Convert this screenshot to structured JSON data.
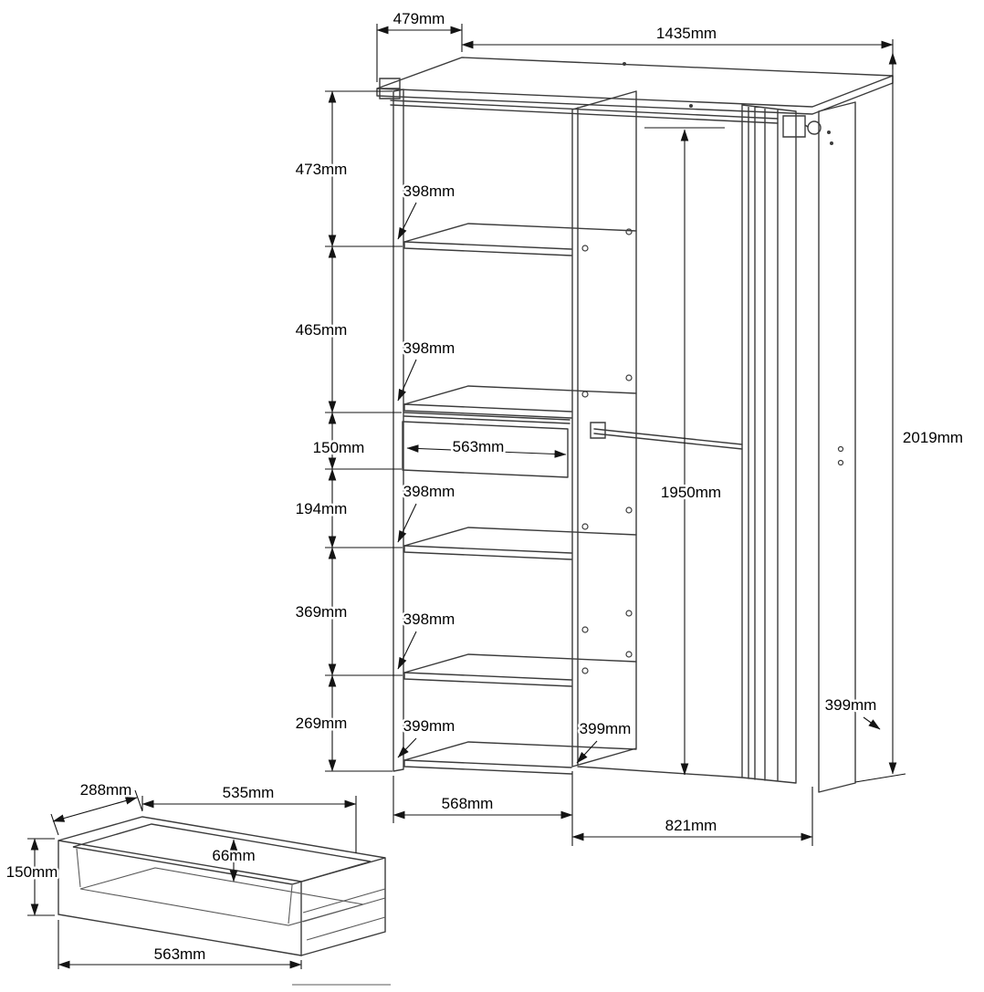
{
  "diagram": {
    "unit": "mm",
    "subject": "Wardrobe closet organizer dimension drawing with shelves, hanging rails and pull-out drawer detail",
    "wardrobe": {
      "top_depth": "479mm",
      "top_width": "1435mm",
      "total_height": "2019mm",
      "interior_height": "1950mm",
      "left_section_width": "568mm",
      "right_section_width": "821mm",
      "inner_drawer_width": "563mm",
      "sections": {
        "s1": "473mm",
        "s2": "465mm",
        "drawer_zone": "150mm",
        "s3": "194mm",
        "s4": "369mm",
        "s5": "269mm"
      },
      "shelves": {
        "shelf1": "398mm",
        "shelf2": "398mm",
        "shelf3": "398mm",
        "shelf4": "398mm",
        "bottom_shelf": "399mm",
        "partition_depth": "399mm",
        "side_panel_depth": "399mm"
      }
    },
    "drawer": {
      "depth": "288mm",
      "top_width": "535mm",
      "inner_height": "66mm",
      "front_height": "150mm",
      "width": "563mm"
    }
  }
}
